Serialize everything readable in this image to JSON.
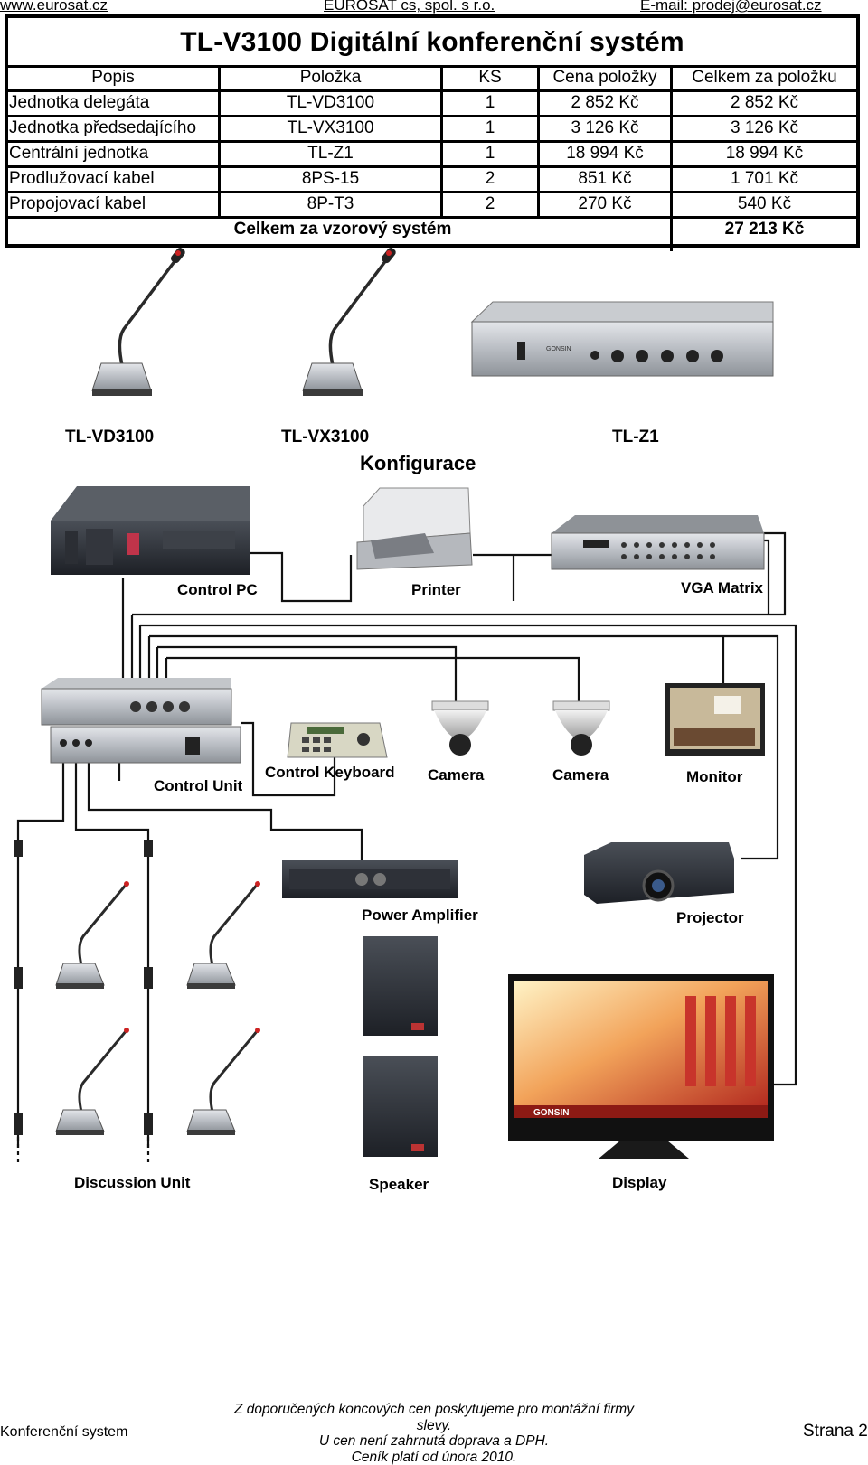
{
  "header": {
    "left": "www.eurosat.cz",
    "center": "EUROSAT cs, spol. s r.o.",
    "right": "E-mail: prodej@eurosat.cz"
  },
  "table": {
    "title": "TL-V3100  Digitální konferenční systém",
    "columns": [
      "Popis",
      "Položka",
      "KS",
      "Cena položky",
      "Celkem za položku"
    ],
    "rows": [
      [
        "Jednotka delegáta",
        "TL-VD3100",
        "1",
        "2 852 Kč",
        "2 852 Kč"
      ],
      [
        "Jednotka předsedajícího",
        "TL-VX3100",
        "1",
        "3 126 Kč",
        "3 126 Kč"
      ],
      [
        "Centrální jednotka",
        "TL-Z1",
        "1",
        "18 994 Kč",
        "18 994 Kč"
      ],
      [
        "Prodlužovací kabel",
        "8PS-15",
        "2",
        "851 Kč",
        "1 701 Kč"
      ],
      [
        "Propojovací kabel",
        "8P-T3",
        "2",
        "270 Kč",
        "540 Kč"
      ]
    ],
    "total_label": "Celkem za vzorový systém",
    "total_value": "27 213 Kč"
  },
  "products": {
    "vd": "TL-VD3100",
    "vx": "TL-VX3100",
    "z1": "TL-Z1"
  },
  "config": {
    "title": "Konfigurace",
    "control_pc": "Control PC",
    "printer": "Printer",
    "vga_matrix": "VGA Matrix",
    "control_unit": "Control Unit",
    "control_keyboard": "Control Keyboard",
    "camera1": "Camera",
    "camera2": "Camera",
    "monitor": "Monitor",
    "power_amplifier": "Power Amplifier",
    "projector": "Projector",
    "discussion_unit": "Discussion Unit",
    "speaker": "Speaker",
    "display": "Display",
    "brand": "GONSIN"
  },
  "footer": {
    "left": "Konferenční system",
    "note1": "Z doporučených koncových cen poskytujeme pro montážní firmy slevy.",
    "note2": "U cen není zahrnutá doprava a DPH.",
    "note3": "Ceník platí od února 2010.",
    "page": "Strana 2"
  }
}
